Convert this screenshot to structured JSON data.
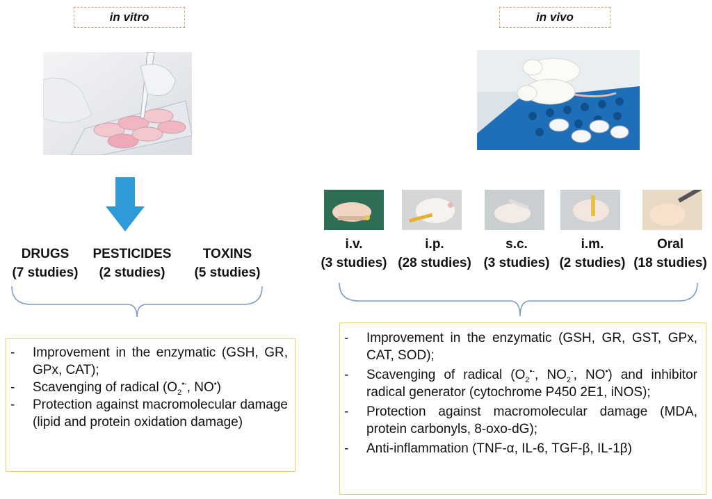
{
  "left": {
    "tag": "in vitro",
    "categories": [
      {
        "name": "DRUGS",
        "count": "(7 studies)"
      },
      {
        "name": "PESTICIDES",
        "count": "(2 studies)"
      },
      {
        "name": "TOXINS",
        "count": "(5 studies)"
      }
    ],
    "effects": {
      "e1a": "Improvement in the enzymatic (GSH, GR, GPx, CAT);",
      "e2a": "Scavenging of radical (O",
      "e2sub": "2",
      "e2sup": "•-",
      "e2b": ", NO",
      "e2sup2": "•",
      "e2c": ")",
      "e3": "Protection against macromolecular damage (lipid and protein oxidation damage)"
    }
  },
  "right": {
    "tag": "in vivo",
    "routes": [
      {
        "name": "i.v.",
        "count": "(3 studies)"
      },
      {
        "name": "i.p.",
        "count": "(28 studies)"
      },
      {
        "name": "s.c.",
        "count": "(3 studies)"
      },
      {
        "name": "i.m.",
        "count": "(2 studies)"
      },
      {
        "name": "Oral",
        "count": "(18 studies)"
      }
    ],
    "effects": {
      "e1": "Improvement in the enzymatic (GSH, GR, GST, GPx, CAT, SOD);",
      "e2a": "Scavenging of radical (O",
      "e2sub": "2",
      "e2sup": "•-",
      "e2b": ", NO",
      "e2sub2": "2",
      "e2sup2": "-",
      "e2c": ", NO",
      "e2sup3": "•",
      "e2d": ") and inhibitor radical generator (cytochrome P450 2E1, iNOS);",
      "e3": "Protection against macromolecular damage (MDA, protein carbonyls, 8-oxo-dG);",
      "e4": "Anti-inflammation (TNF-α, IL-6, TGF-β, IL-1β)"
    }
  },
  "colors": {
    "arrow": "#2e9ad8",
    "effects_border": "#f0d060",
    "tag_border": "#c9a36a",
    "brace": "#7f9cc4"
  }
}
